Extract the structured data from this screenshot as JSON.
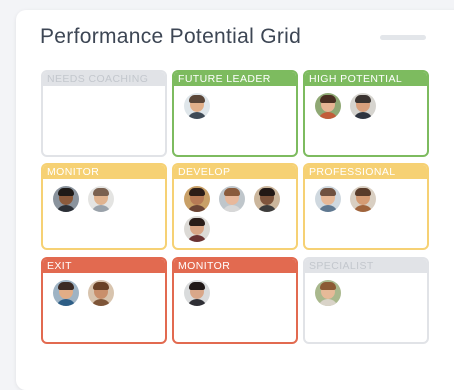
{
  "title": "Performance Potential Grid",
  "colors": {
    "green": "#7dbb5f",
    "yellow": "#f6d174",
    "red": "#e26a50",
    "gray": "#e1e3e7"
  },
  "cells": [
    {
      "label": "NEEDS COACHING",
      "color": "gray",
      "avatars": []
    },
    {
      "label": "FUTURE LEADER",
      "color": "green",
      "avatars": [
        {
          "bg": "#dfe6ea",
          "skin": "#e2b08a",
          "hair": "#5b4638",
          "shirt": "#3f4a56"
        }
      ]
    },
    {
      "label": "HIGH POTENTIAL",
      "color": "green",
      "avatars": [
        {
          "bg": "#8fa874",
          "skin": "#e7b493",
          "hair": "#4a2e22",
          "shirt": "#c25c3a"
        },
        {
          "bg": "#d6d4cf",
          "skin": "#d9a07c",
          "hair": "#3a3330",
          "shirt": "#2f3540"
        }
      ]
    },
    {
      "label": "MONITOR",
      "color": "yellow",
      "avatars": [
        {
          "bg": "#8a939d",
          "skin": "#8b5a3c",
          "hair": "#1f1a18",
          "shirt": "#2b2f36"
        },
        {
          "bg": "#e4e4e2",
          "skin": "#e0b38f",
          "hair": "#7a6150",
          "shirt": "#9aa2aa"
        }
      ]
    },
    {
      "label": "DEVELOP",
      "color": "yellow",
      "avatars": [
        {
          "bg": "#c9a067",
          "skin": "#b77a55",
          "hair": "#2c1d17",
          "shirt": "#6b4435"
        },
        {
          "bg": "#bfc6cb",
          "skin": "#e8b89b",
          "hair": "#8a5b3c",
          "shirt": "#d8d8d8"
        },
        {
          "bg": "#cbb69c",
          "skin": "#7e543c",
          "hair": "#221815",
          "shirt": "#3c3c3c"
        },
        {
          "bg": "#dcdad6",
          "skin": "#d9a585",
          "hair": "#2a1d19",
          "shirt": "#6a3232"
        }
      ]
    },
    {
      "label": "PROFESSIONAL",
      "color": "yellow",
      "avatars": [
        {
          "bg": "#cfd8df",
          "skin": "#e6b897",
          "hair": "#6f5140",
          "shirt": "#5f7890"
        },
        {
          "bg": "#d9cfc2",
          "skin": "#d59b73",
          "hair": "#5a3c2a",
          "shirt": "#a0643c"
        }
      ]
    },
    {
      "label": "EXIT",
      "color": "red",
      "avatars": [
        {
          "bg": "#9eb3c4",
          "skin": "#e2ad86",
          "hair": "#3b2a23",
          "shirt": "#2e5e86"
        },
        {
          "bg": "#d8c4ae",
          "skin": "#c98f6b",
          "hair": "#6a4227",
          "shirt": "#7e5538"
        }
      ]
    },
    {
      "label": "MONITOR",
      "color": "red",
      "avatars": [
        {
          "bg": "#d9dbdc",
          "skin": "#d9a789",
          "hair": "#201817",
          "shirt": "#2f2f35"
        }
      ]
    },
    {
      "label": "SPECIALIST",
      "color": "gray",
      "avatars": [
        {
          "bg": "#a9b88d",
          "skin": "#e6ba98",
          "hair": "#8c5a34",
          "shirt": "#d9d3c8"
        }
      ]
    }
  ]
}
